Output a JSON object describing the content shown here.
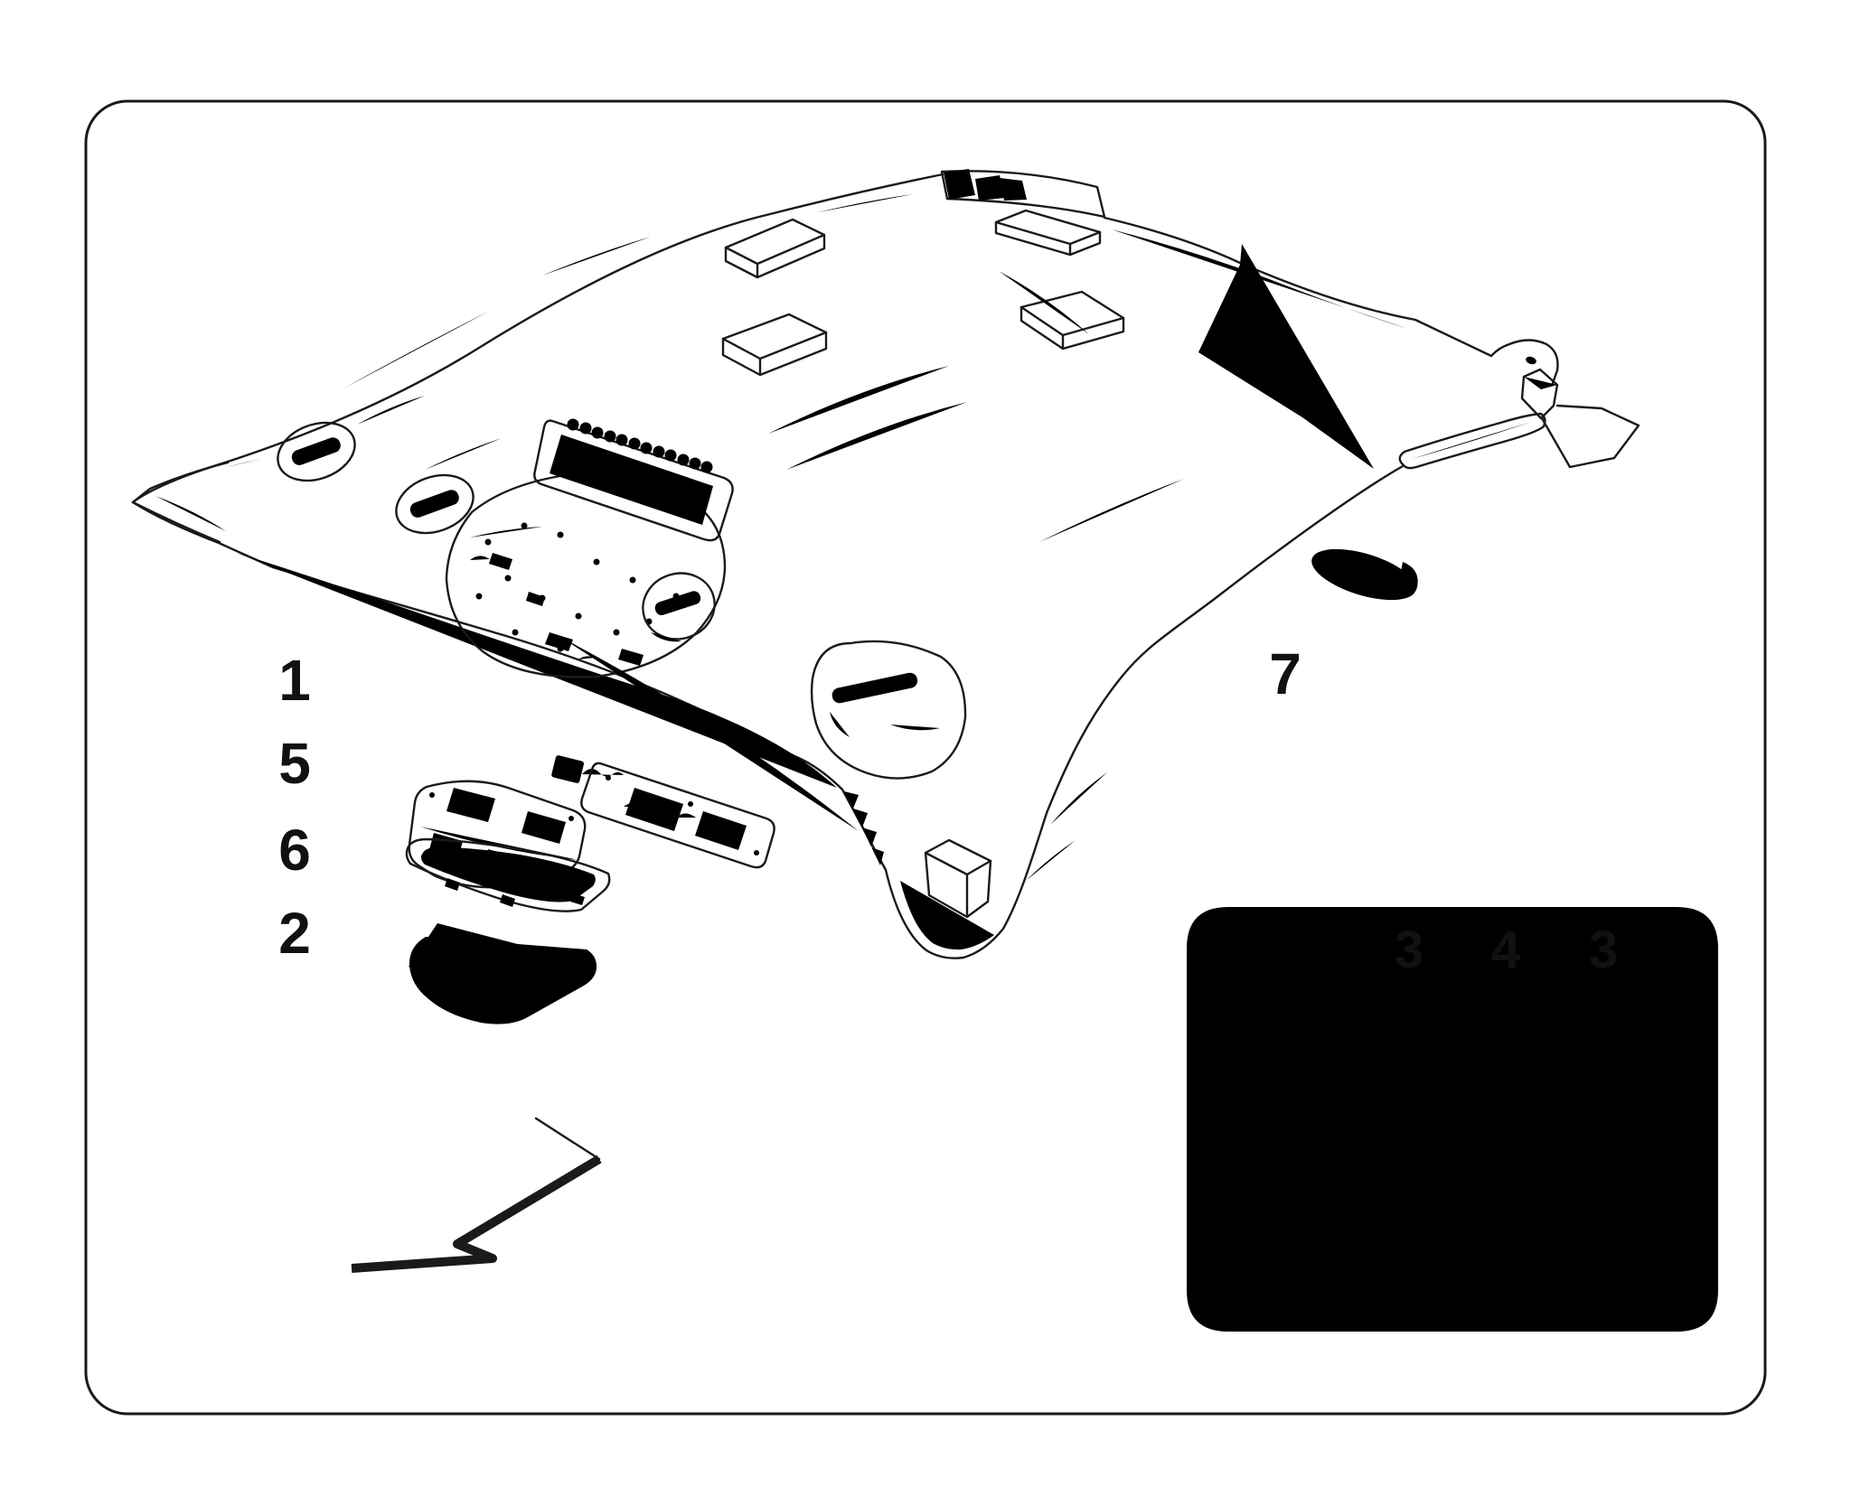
{
  "page": {
    "background": "#ffffff",
    "ink": "#1a1a1a"
  },
  "figure": {
    "kind": "exploded-parts-diagram",
    "subject": "roof headliner with interior light units and detail inset of bulbs",
    "callouts": {
      "c1": "1",
      "c5": "5",
      "c6": "6",
      "c2": "2",
      "c7": "7",
      "c3a": "3",
      "c4": "4",
      "c3b": "3"
    }
  }
}
